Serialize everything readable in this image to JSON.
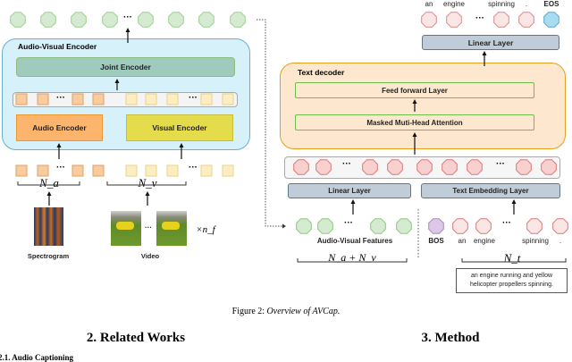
{
  "colors": {
    "av_encoder_fill": "#d7f1fb",
    "av_encoder_border": "#6aaed0",
    "joint_fill": "#9fcbbd",
    "audio_fill": "#fdb46c",
    "visual_fill": "#e5dc4c",
    "decoder_fill": "#fde8cf",
    "decoder_border": "#e4a01e",
    "linear_fill": "#c0cdd8",
    "linear_border": "#5d788e",
    "green_token": "#d4ebd2",
    "pink_token": "#f9d0d0",
    "eos_token": "#a8dcf0",
    "bos_token": "#dcc8e6",
    "audio_token": "#f8cc9e",
    "visual_token": "#fdeec2"
  },
  "left": {
    "av_encoder_label": "Audio-Visual Encoder",
    "joint_encoder": "Joint Encoder",
    "audio_encoder": "Audio Encoder",
    "visual_encoder": "Visual Encoder",
    "na": "N_a",
    "nv": "N_v",
    "nf": "×n_f",
    "spectrogram": "Spectrogram",
    "video": "Video",
    "ellipsis": "···"
  },
  "right": {
    "output_words": [
      "an",
      "engine",
      "spinning",
      ".",
      "EOS"
    ],
    "linear_layer_top": "Linear Layer",
    "text_decoder": "Text decoder",
    "feed_forward": "Feed forward Layer",
    "masked_attention": "Masked Muti-Head Attention",
    "linear_layer": "Linear Layer",
    "text_embedding": "Text Embedding Layer",
    "av_features": "Audio-Visual Features",
    "input_words": [
      "BOS",
      "an",
      "engine",
      "spinning",
      "."
    ],
    "na_nv": "N_a + N_v",
    "nt": "N_t",
    "caption_line1": "an engine running and yellow",
    "caption_line2": "helicopter propellers spinning."
  },
  "figure_caption_prefix": "Figure 2: ",
  "figure_caption_title": "Overview of AVCap.",
  "section2": "2.  Related Works",
  "section3": "3.  Method",
  "subsection21": "2.1.  Audio Captioning"
}
